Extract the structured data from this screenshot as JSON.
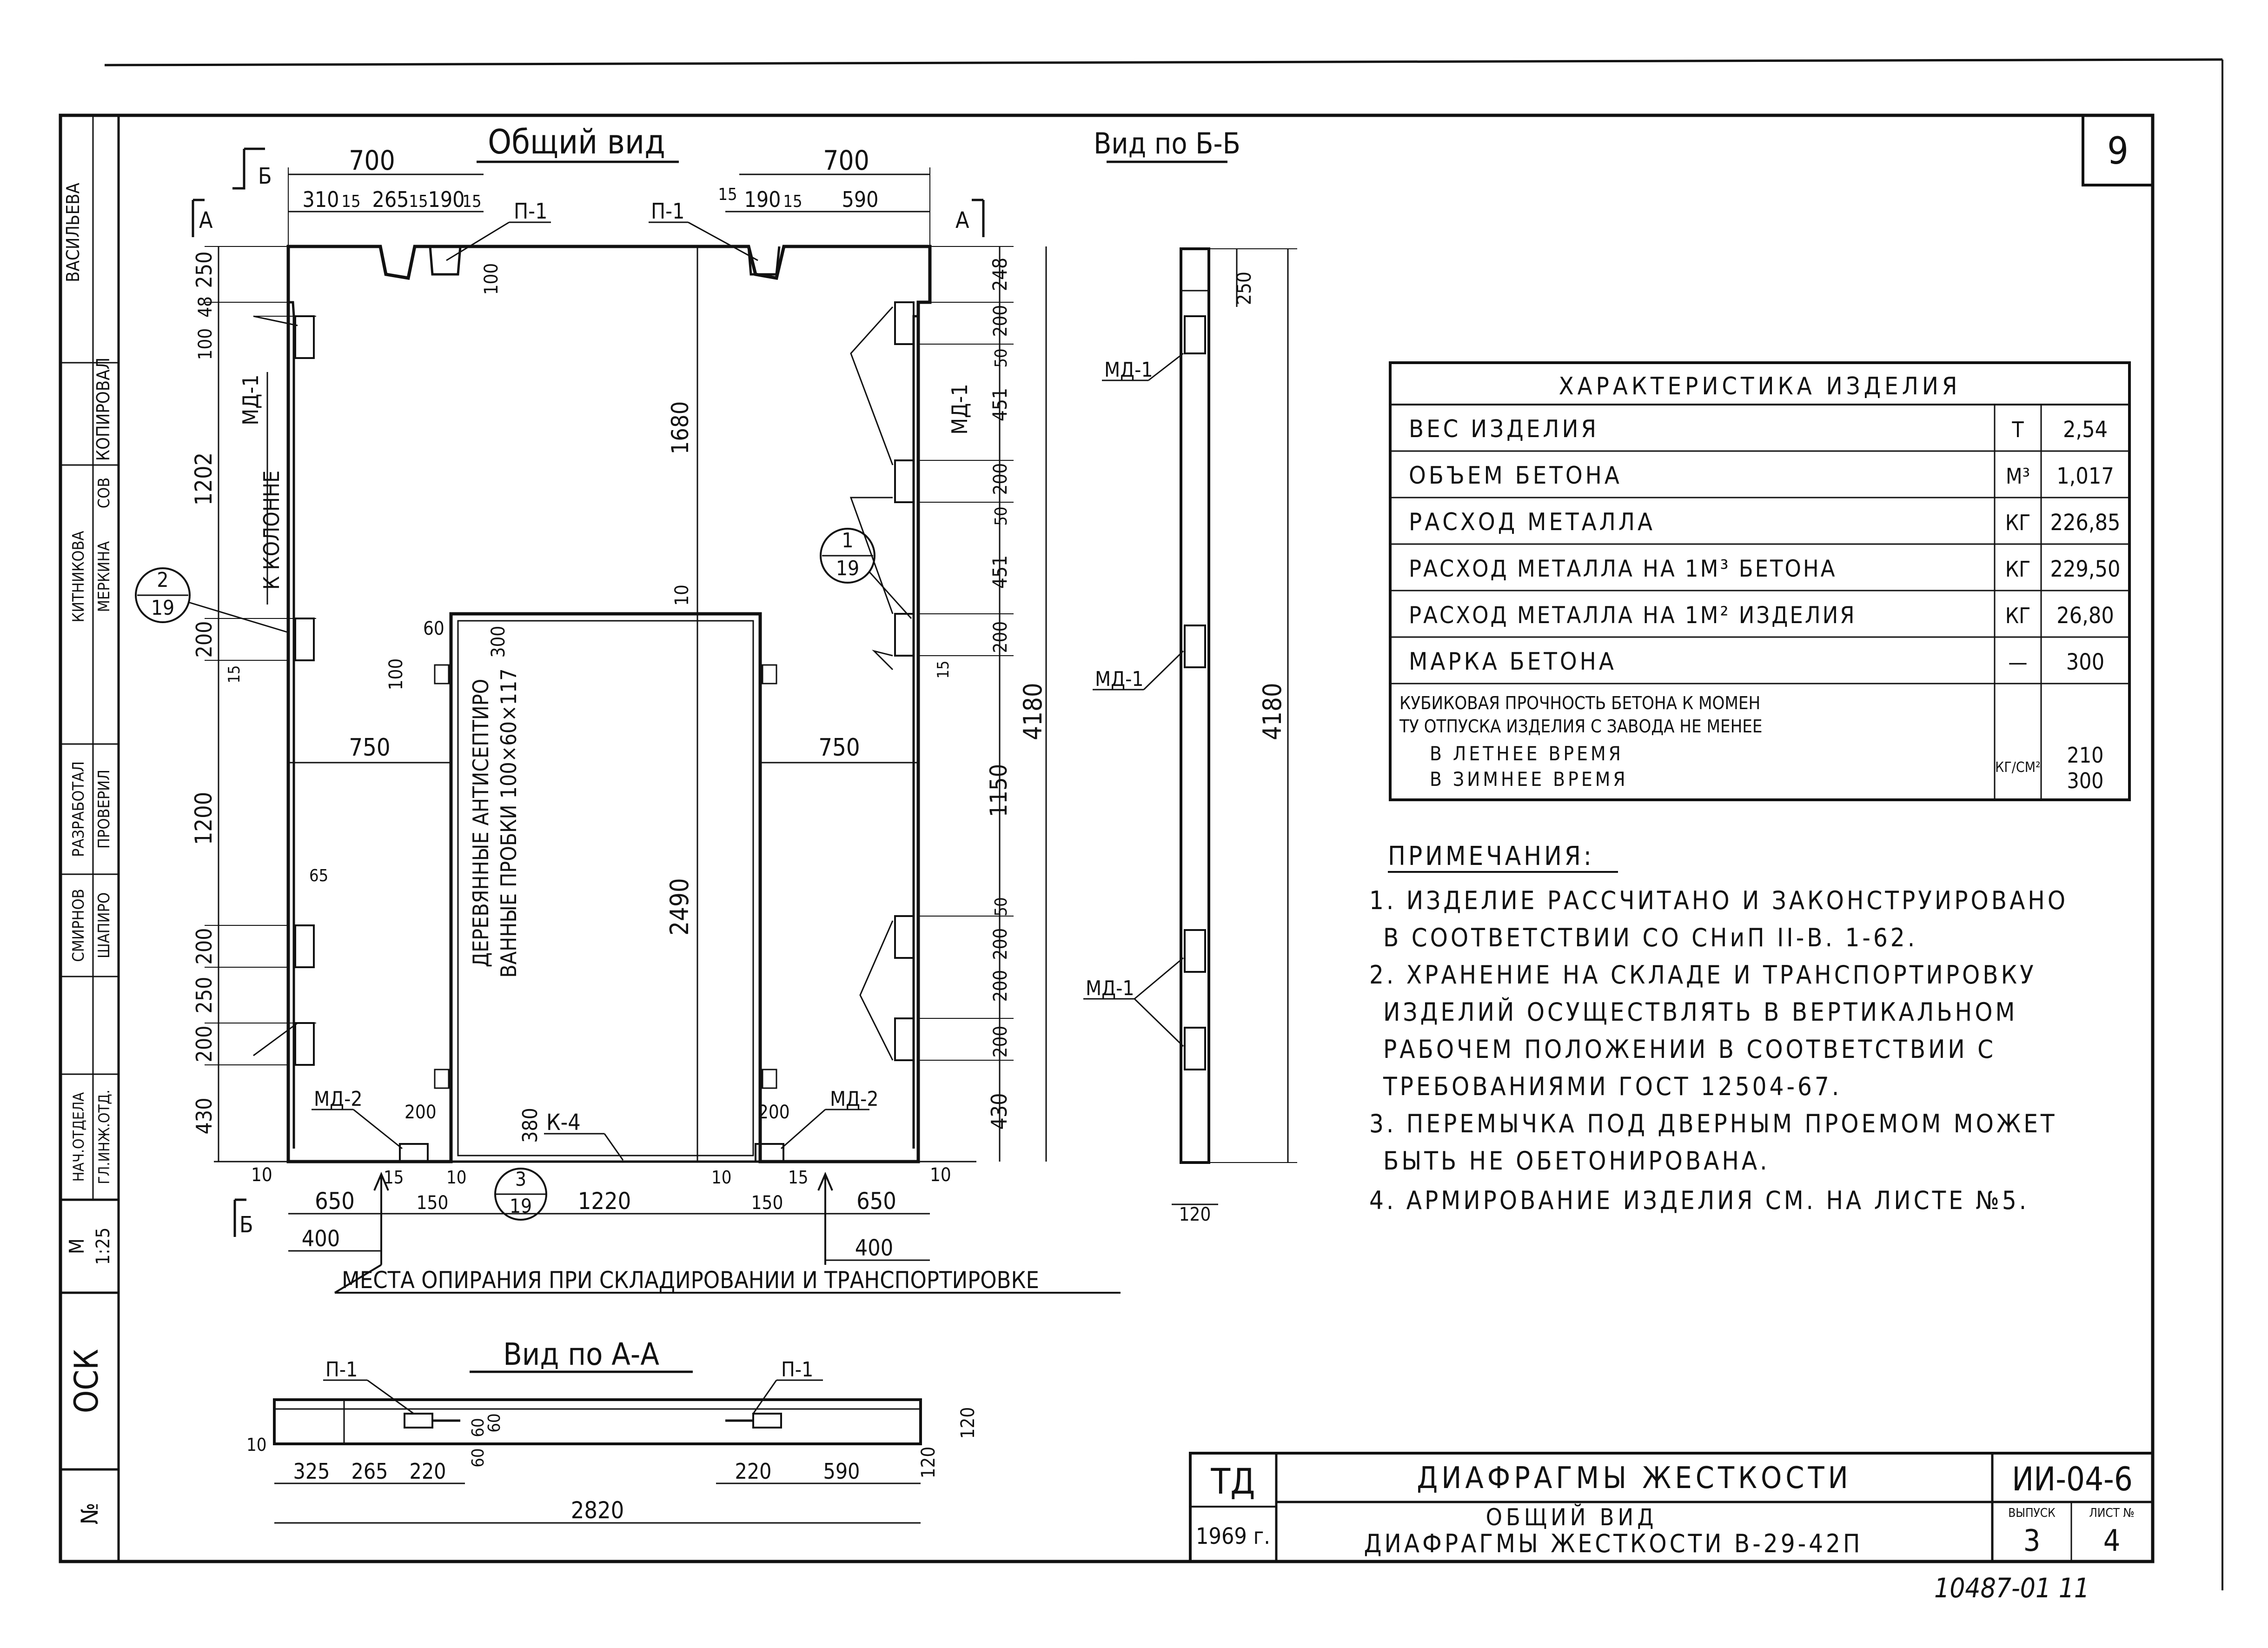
{
  "sheet": {
    "sheet_number": "9",
    "stamp": "10487-01  11",
    "left_strip": {
      "names": [
        "ВАСИЛЬЕВА",
        "КОПИРОВАЛ",
        "СОВ",
        "КИТНИКОВА",
        "МЕРКИНА",
        "РАЗРАБОТАЛ",
        "ПРОВЕРИЛ",
        "СМИРНОВ",
        "ШАПИРО",
        "НАЧ.ОТДЕЛА",
        "ГЛ.ИНЖ.ОТД."
      ],
      "scale_label": "М",
      "scale_value": "1:25",
      "org": "ОСК",
      "num_label": "№"
    }
  },
  "views": {
    "general": "Общий вид",
    "bb": "Вид по Б-Б",
    "aa": "Вид по А-А"
  },
  "labels": {
    "section_b": "Б",
    "section_a": "А",
    "p1": "П-1",
    "md1": "МД-1",
    "md2": "МД-2",
    "k4": "К-4",
    "to_column": "К КОЛОННЕ",
    "wood_plugs_1": "ДЕРЕВЯННЫЕ АНТИСЕПТИРО",
    "wood_plugs_2": "ВАННЫЕ ПРОБКИ 100×60×117",
    "supports": "МЕСТА ОПИРАНИЯ ПРИ СКЛАДИРОВАНИИ И ТРАНСПОРТИРОВКЕ",
    "callout_2": "2",
    "callout_1": "1",
    "callout_3": "3",
    "callout_sheet": "19"
  },
  "dims": {
    "d700": "700",
    "d310": "310",
    "d15": "15",
    "d265": "265",
    "d190": "190",
    "d590": "590",
    "d250": "250",
    "d100": "100",
    "d48": "48",
    "d1202": "1202",
    "d200": "200",
    "d1200": "1200",
    "d430": "430",
    "d10": "10",
    "d650": "650",
    "d400": "400",
    "d150": "150",
    "d1220": "1220",
    "d1680": "1680",
    "d2490": "2490",
    "d750": "750",
    "d60": "60",
    "d300": "300",
    "d380": "380",
    "d248": "248",
    "d50": "50",
    "d451": "451",
    "d1150": "1150",
    "d4180": "4180",
    "d65": "65",
    "d120": "120",
    "d325": "325",
    "d220": "220",
    "d2820": "2820"
  },
  "spec_table": {
    "title": "ХАРАКТЕРИСТИКА ИЗДЕЛИЯ",
    "rows": [
      {
        "name": "ВЕС ИЗДЕЛИЯ",
        "unit": "Т",
        "value": "2,54"
      },
      {
        "name": "ОБЪЕМ БЕТОНА",
        "unit": "М³",
        "value": "1,017"
      },
      {
        "name": "РАСХОД МЕТАЛЛА",
        "unit": "КГ",
        "value": "226,85"
      },
      {
        "name": "РАСХОД МЕТАЛЛА НА 1М³ БЕТОНА",
        "unit": "КГ",
        "value": "229,50"
      },
      {
        "name": "РАСХОД МЕТАЛЛА НА 1М² ИЗДЕЛИЯ",
        "unit": "КГ",
        "value": "26,80"
      },
      {
        "name": "МАРКА БЕТОНА",
        "unit": "—",
        "value": "300"
      }
    ],
    "strength_line1": "КУБИКОВАЯ ПРОЧНОСТЬ БЕТОНА К МОМЕН",
    "strength_line2": "ТУ ОТПУСКА ИЗДЕЛИЯ С ЗАВОДА НЕ МЕНЕЕ",
    "summer": "В ЛЕТНЕЕ ВРЕМЯ",
    "winter": "В ЗИМНЕЕ ВРЕМЯ",
    "strength_unit": "КГ/СМ²",
    "summer_value": "210",
    "winter_value": "300"
  },
  "notes": {
    "title": "ПРИМЕЧАНИЯ:",
    "lines": [
      "1. ИЗДЕЛИЕ РАССЧИТАНО И ЗАКОНСТРУИРОВАНО",
      "В СООТВЕТСТВИИ СО СНиП II-В. 1-62.",
      "2. ХРАНЕНИЕ НА СКЛАДЕ И ТРАНСПОРТИРОВКУ",
      "ИЗДЕЛИЙ ОСУЩЕСТВЛЯТЬ В ВЕРТИКАЛЬНОМ",
      "РАБОЧЕМ ПОЛОЖЕНИИ В СООТВЕТСТВИИ С",
      "ТРЕБОВАНИЯМИ ГОСТ 12504-67.",
      "3. ПЕРЕМЫЧКА ПОД ДВЕРНЫМ ПРОЕМОМ МОЖЕТ",
      "БЫТЬ НЕ ОБЕТОНИРОВАНА.",
      "4. АРМИРОВАНИЕ ИЗДЕЛИЯ СМ. НА ЛИСТЕ №5."
    ]
  },
  "title_block": {
    "org": "ТД",
    "year": "1969 г.",
    "title": "ДИАФРАГМЫ ЖЕСТКОСТИ",
    "subtitle1": "ОБЩИЙ ВИД",
    "subtitle2": "ДИАФРАГМЫ ЖЕСТКОСТИ В-29-42П",
    "code": "ИИ-04-6",
    "issue_label": "ВЫПУСК",
    "issue": "3",
    "sheet_label": "ЛИСТ №",
    "sheet": "4"
  }
}
